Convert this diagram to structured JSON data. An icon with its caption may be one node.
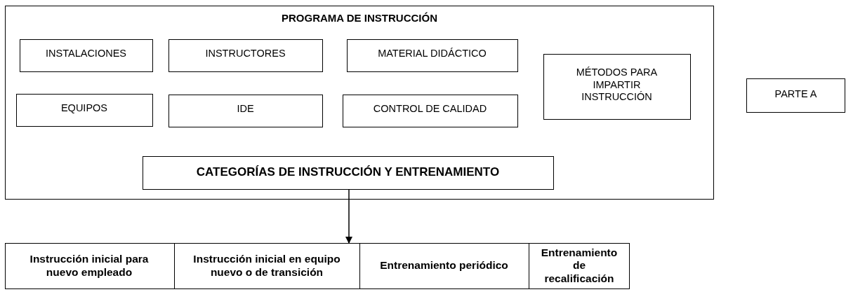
{
  "diagram": {
    "nodes": [
      {
        "text": [
          "PROGRAMA DE INSTRUCCIÓN"
        ]
      },
      {
        "text": [
          "INSTALACIONES"
        ],
        "in": 0
      },
      {
        "text": [
          "INSTRUCTORES"
        ],
        "in": 0
      },
      {
        "text": [
          "MATERIAL DIDÁCTICO"
        ],
        "in": 0
      },
      {
        "text": [
          "MÉTODOS PARA IMPARTIR INSTRUCCIÓN"
        ],
        "in": 0
      },
      {
        "text": [
          "EQUIPOS"
        ],
        "in": 0
      },
      {
        "text": [
          "IDE"
        ],
        "in": 0
      },
      {
        "text": [
          "CONTROL DE CALIDAD"
        ],
        "in": 0
      },
      {
        "text": [
          "CATEGORÍAS DE INSTRUCCIÓN Y ENTRENAMIENTO"
        ],
        "in": 0
      },
      {
        "text": [
          "PARTE A"
        ]
      },
      {
        "text": [],
        "shape": "box"
      },
      {
        "text": [
          "Instrucción inicial para nuevo empleado"
        ],
        "in": 10
      },
      {
        "text": [
          "Instrucción inicial en equipo nuevo o de transición"
        ],
        "in": 10
      },
      {
        "text": [
          "Entrenamiento periódico"
        ],
        "in": 10
      },
      {
        "text": [
          "Entrenamiento de recalificación"
        ],
        "in": 10
      }
    ],
    "edges": [
      {
        "from": 8,
        "to": 10,
        "arrow": "to"
      }
    ]
  }
}
